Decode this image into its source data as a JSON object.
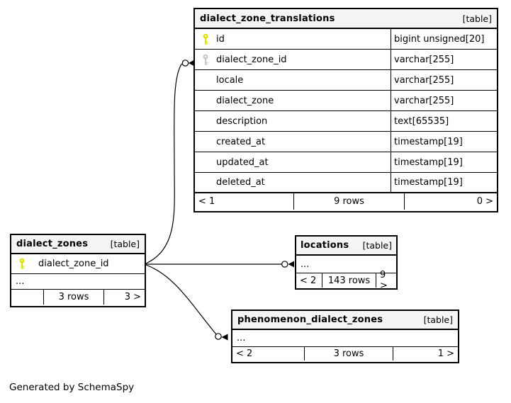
{
  "colors": {
    "primary_key": "#e0e000",
    "foreign_key": "#c9c9c9",
    "header_bg": "#f4f4f4",
    "line": "#000000"
  },
  "tables": {
    "translations": {
      "title": "dialect_zone_translations",
      "tag": "[table]",
      "columns": [
        {
          "name": "id",
          "type": "bigint unsigned[20]"
        },
        {
          "name": "dialect_zone_id",
          "type": "varchar[255]"
        },
        {
          "name": "locale",
          "type": "varchar[255]"
        },
        {
          "name": "dialect_zone",
          "type": "varchar[255]"
        },
        {
          "name": "description",
          "type": "text[65535]"
        },
        {
          "name": "created_at",
          "type": "timestamp[19]"
        },
        {
          "name": "updated_at",
          "type": "timestamp[19]"
        },
        {
          "name": "deleted_at",
          "type": "timestamp[19]"
        }
      ],
      "footer": {
        "left": "< 1",
        "center": "9 rows",
        "right": "0 >"
      }
    },
    "dialect_zones": {
      "title": "dialect_zones",
      "tag": "[table]",
      "columns": [
        {
          "name": "dialect_zone_id"
        }
      ],
      "ellipsis": "...",
      "footer": {
        "left": "",
        "center": "3 rows",
        "right": "3 >"
      }
    },
    "locations": {
      "title": "locations",
      "tag": "[table]",
      "ellipsis": "...",
      "footer": {
        "left": "< 2",
        "center": "143 rows",
        "right": "9 >"
      }
    },
    "phenomenon": {
      "title": "phenomenon_dialect_zones",
      "tag": "[table]",
      "ellipsis": "...",
      "footer": {
        "left": "< 2",
        "center": "3 rows",
        "right": "1 >"
      }
    }
  },
  "caption": "Generated by SchemaSpy"
}
